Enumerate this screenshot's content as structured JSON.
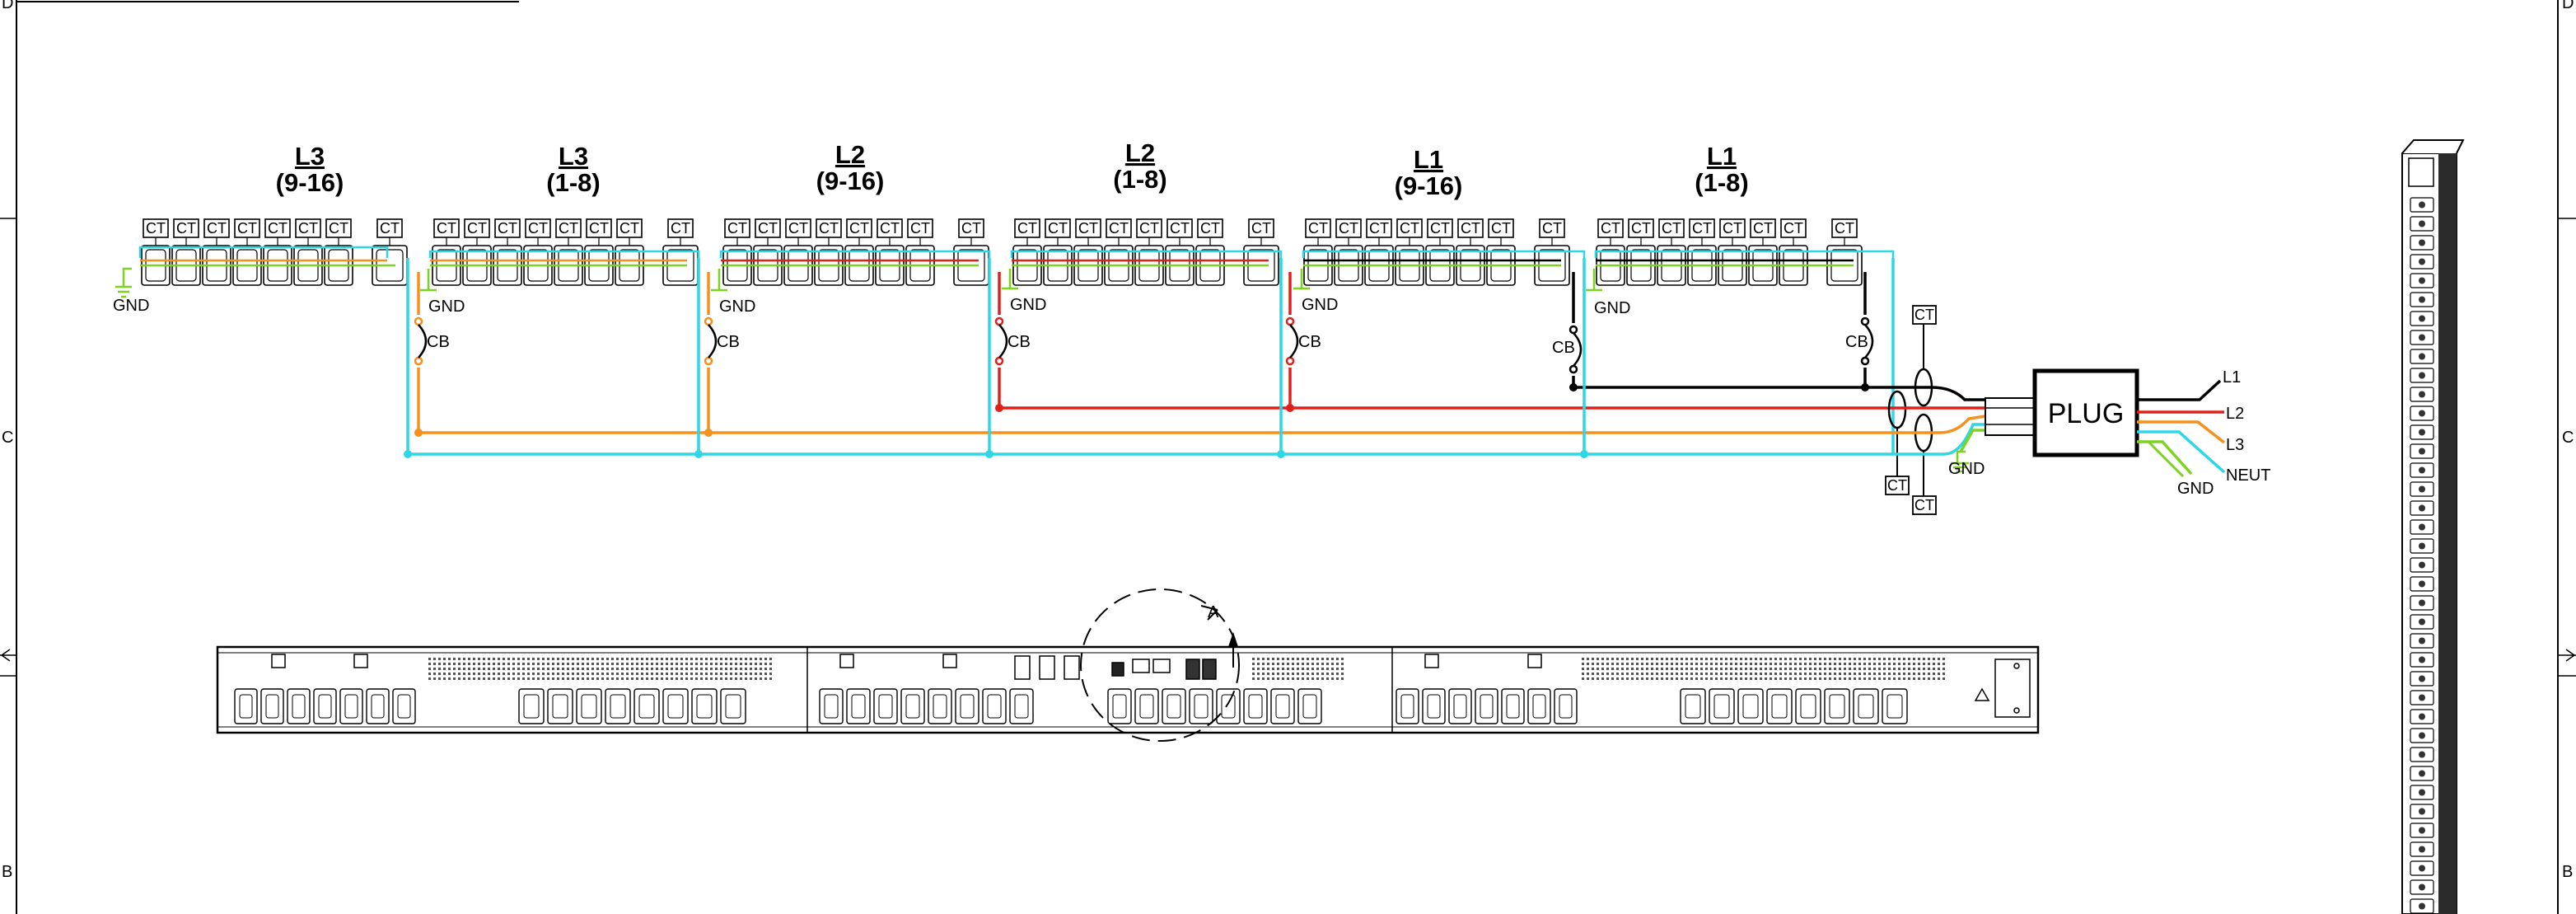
{
  "banks": [
    {
      "line": "L3",
      "range": "(9-16)"
    },
    {
      "line": "L3",
      "range": "(1-8)"
    },
    {
      "line": "L2",
      "range": "(9-16)"
    },
    {
      "line": "L2",
      "range": "(1-8)"
    },
    {
      "line": "L1",
      "range": "(9-16)"
    },
    {
      "line": "L1",
      "range": "(1-8)"
    }
  ],
  "labels": {
    "ct": "CT",
    "gnd": "GND",
    "cb": "CB",
    "plug": "PLUG",
    "neut": "NEUT",
    "detail": "A"
  },
  "plug_leads": [
    "L1",
    "L2",
    "L3",
    "NEUT",
    "GND"
  ],
  "zone_letters": {
    "top": "D",
    "middle": "C",
    "bottom": "B"
  },
  "colors": {
    "l1": "#000000",
    "l2": "#e0201b",
    "l3": "#f5901e",
    "neutral": "#2fd6e6",
    "ground": "#7ed321"
  }
}
